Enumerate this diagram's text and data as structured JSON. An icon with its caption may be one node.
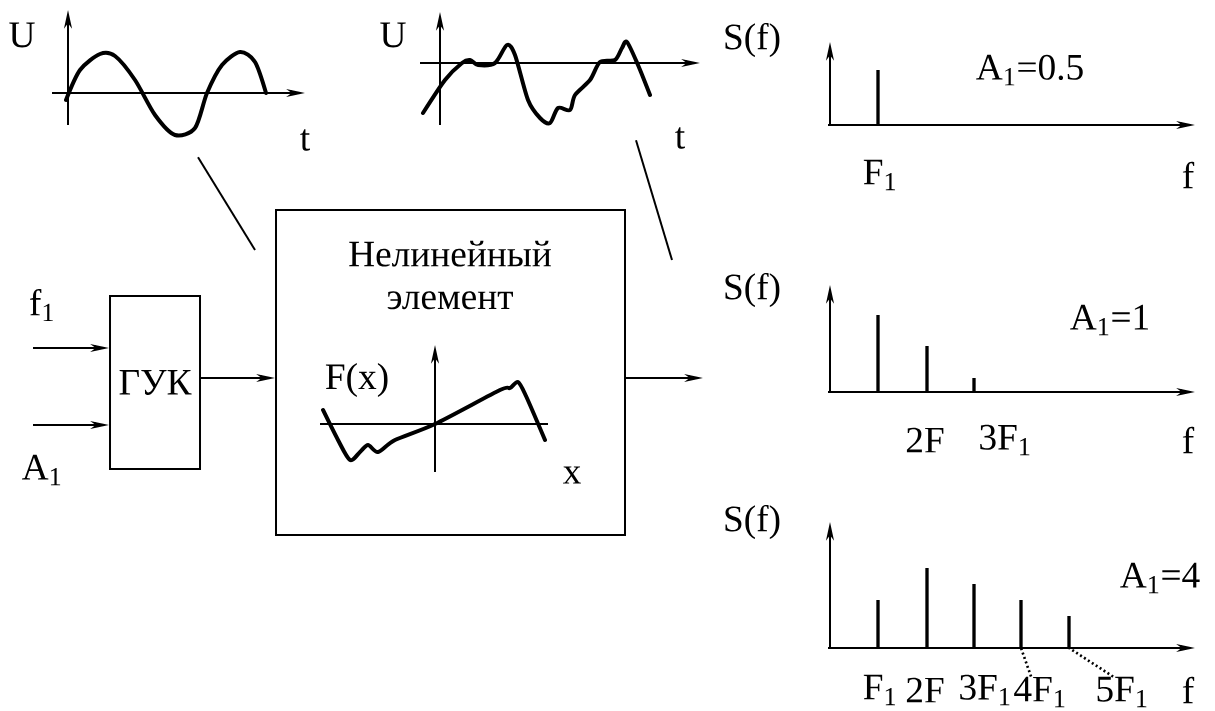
{
  "diagram": {
    "nodes": [
      {
        "text": [
          "ГУК"
        ]
      },
      {
        "text": [
          "Нелинейный элемент",
          "F(x)",
          "x"
        ]
      },
      {
        "text": [],
        "shape": "picture"
      },
      {
        "text": [],
        "shape": "picture"
      },
      {
        "text": [
          "4F$_{1}$"
        ]
      },
      {
        "text": [
          "5F$_{1}$"
        ]
      }
    ],
    "edges": [
      {
        "from": null,
        "to": 0,
        "arrow": "to",
        "label": "f$_{1}$"
      },
      {
        "from": null,
        "to": 0,
        "arrow": "to",
        "label": "A$_{1}$"
      },
      {
        "from": 0,
        "to": 1,
        "arrow": "to"
      },
      {
        "from": 1,
        "to": null,
        "arrow": "to"
      },
      {
        "from": 2,
        "to": null,
        "arrow": "none"
      },
      {
        "from": 3,
        "to": null,
        "arrow": "none"
      },
      {
        "from": 4,
        "to": null,
        "arrow": "none",
        "style": "dashed"
      },
      {
        "from": 5,
        "to": null,
        "arrow": "none",
        "style": "dashed"
      }
    ],
    "labels": [
      "U",
      "t",
      "U",
      "t",
      "S(f)",
      "A$_{1}$=0.5",
      "F$_{1}$",
      "f",
      "S(f)",
      "A$_{1}$=1",
      "2F",
      "3F$_{1}$",
      "f",
      "S(f)",
      "A$_{1}$=4",
      "F$_{1}$",
      "2F",
      "3F$_{1}$",
      "f"
    ]
  }
}
